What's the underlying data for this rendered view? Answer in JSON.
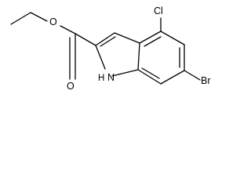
{
  "structure": {
    "atoms": {
      "oxygen_ester": "O",
      "oxygen_carbonyl": "O",
      "nitrogen_h": "H",
      "nitrogen_n": "N",
      "chlorine": "Cl",
      "bromine": "Br"
    },
    "colors": {
      "bond": "#000000",
      "label": "#000000",
      "background": "#ffffff"
    }
  }
}
